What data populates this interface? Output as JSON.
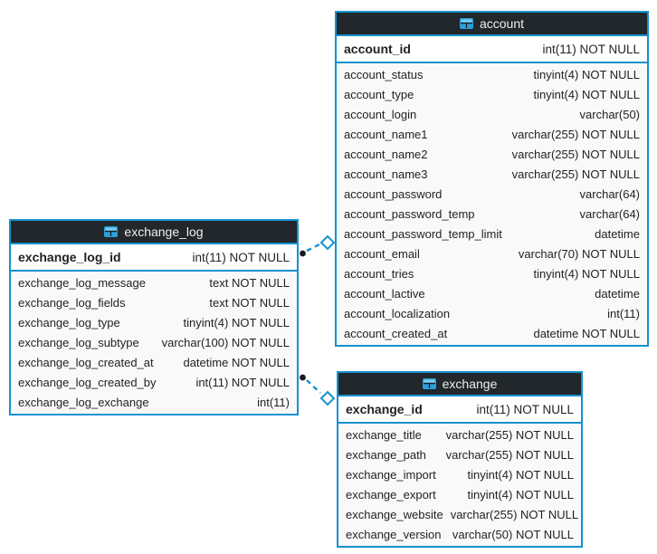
{
  "colors": {
    "accent": "#1492cf",
    "header_bg": "#21272a",
    "header_fg": "#efefef",
    "row_bg": "#f9f9f9",
    "pk_bg": "#ffffff",
    "text": "#222222",
    "dot": "#1b1b1b"
  },
  "tables": [
    {
      "title": "account",
      "icon": "table-icon",
      "primary_key": {
        "name": "account_id",
        "type": "int(11) NOT NULL"
      },
      "columns": [
        {
          "name": "account_status",
          "type": "tinyint(4) NOT NULL"
        },
        {
          "name": "account_type",
          "type": "tinyint(4) NOT NULL"
        },
        {
          "name": "account_login",
          "type": "varchar(50)"
        },
        {
          "name": "account_name1",
          "type": "varchar(255) NOT NULL"
        },
        {
          "name": "account_name2",
          "type": "varchar(255) NOT NULL"
        },
        {
          "name": "account_name3",
          "type": "varchar(255) NOT NULL"
        },
        {
          "name": "account_password",
          "type": "varchar(64)"
        },
        {
          "name": "account_password_temp",
          "type": "varchar(64)"
        },
        {
          "name": "account_password_temp_limit",
          "type": "datetime"
        },
        {
          "name": "account_email",
          "type": "varchar(70) NOT NULL"
        },
        {
          "name": "account_tries",
          "type": "tinyint(4) NOT NULL"
        },
        {
          "name": "account_lactive",
          "type": "datetime"
        },
        {
          "name": "account_localization",
          "type": "int(11)"
        },
        {
          "name": "account_created_at",
          "type": "datetime NOT NULL"
        }
      ]
    },
    {
      "title": "exchange_log",
      "icon": "table-icon",
      "primary_key": {
        "name": "exchange_log_id",
        "type": "int(11) NOT NULL"
      },
      "columns": [
        {
          "name": "exchange_log_message",
          "type": "text NOT NULL"
        },
        {
          "name": "exchange_log_fields",
          "type": "text NOT NULL"
        },
        {
          "name": "exchange_log_type",
          "type": "tinyint(4) NOT NULL"
        },
        {
          "name": "exchange_log_subtype",
          "type": "varchar(100) NOT NULL"
        },
        {
          "name": "exchange_log_created_at",
          "type": "datetime NOT NULL"
        },
        {
          "name": "exchange_log_created_by",
          "type": "int(11) NOT NULL"
        },
        {
          "name": "exchange_log_exchange",
          "type": "int(11)"
        }
      ]
    },
    {
      "title": "exchange",
      "icon": "table-icon",
      "primary_key": {
        "name": "exchange_id",
        "type": "int(11) NOT NULL"
      },
      "columns": [
        {
          "name": "exchange_title",
          "type": "varchar(255) NOT NULL"
        },
        {
          "name": "exchange_path",
          "type": "varchar(255) NOT NULL"
        },
        {
          "name": "exchange_import",
          "type": "tinyint(4) NOT NULL"
        },
        {
          "name": "exchange_export",
          "type": "tinyint(4) NOT NULL"
        },
        {
          "name": "exchange_website",
          "type": "varchar(255) NOT NULL"
        },
        {
          "name": "exchange_version",
          "type": "varchar(50) NOT NULL"
        }
      ]
    }
  ],
  "relationships": [
    {
      "from": "exchange_log",
      "to": "account",
      "line_style": "dashed",
      "from_marker": "dot",
      "to_marker": "open-diamond"
    },
    {
      "from": "exchange_log",
      "to": "exchange",
      "line_style": "dashed",
      "from_marker": "dot",
      "to_marker": "open-diamond"
    }
  ]
}
